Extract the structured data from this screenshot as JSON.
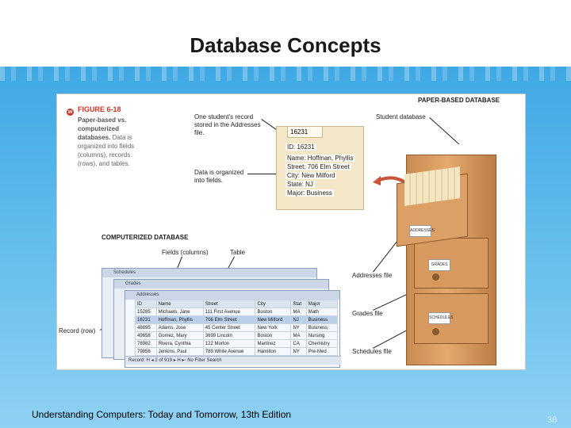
{
  "slide": {
    "title": "Database Concepts",
    "footer": "Understanding Computers: Today and Tomorrow, 13th Edition",
    "page_number": "38"
  },
  "figure": {
    "number": "FIGURE 6-18",
    "caption_bold": "Paper-based vs. computerized databases.",
    "caption_rest": "Data is organized into fields (columns), records (rows), and tables.",
    "paper_heading": "PAPER-BASED DATABASE",
    "computer_heading": "COMPUTERIZED DATABASE",
    "callouts": {
      "student_record": "One student's record stored in the Addresses file.",
      "organized_fields": "Data is organized into fields.",
      "student_database": "Student database",
      "fields_columns": "Fields (columns)",
      "table": "Table",
      "record_row": "Record (row)",
      "addresses_file": "Addresses file",
      "grades_file": "Grades file",
      "schedules_file": "Schedules file"
    },
    "card": {
      "tab": "16231",
      "id": "ID: 16231",
      "name": "Name: Hoffman, Phyllis",
      "street": "Street: 706 Elm Street",
      "city": "City: New Milford",
      "state": "State: NJ",
      "major": "Major: Business"
    },
    "drawer_labels": [
      "ADDRESSES",
      "GRADES",
      "SCHEDULES"
    ],
    "windows": [
      "Schedules",
      "Grades",
      "Addresses"
    ],
    "table": {
      "headers": [
        "ID",
        "Name",
        "Street",
        "City",
        "Stat",
        "Major"
      ],
      "rows": [
        [
          "15285",
          "Michaels, Jane",
          "111 First Avenue",
          "Boston",
          "MA",
          "Math"
        ],
        [
          "16231",
          "Hoffman, Phyllis",
          "706 Elm Street",
          "New Milford",
          "NJ",
          "Business"
        ],
        [
          "48895",
          "Adams, Jose",
          "45 Center Street",
          "New York",
          "NY",
          "Business"
        ],
        [
          "49658",
          "Gomez, Mary",
          "3699 Lincoln",
          "Boston",
          "MA",
          "Nursing"
        ],
        [
          "78982",
          "Rivera, Cynthia",
          "122 Morton",
          "Martinez",
          "CA",
          "Chemistry"
        ],
        [
          "79856",
          "Jenkins, Paul",
          "789 White Avenue",
          "Hamilton",
          "NY",
          "Pre-Med"
        ]
      ],
      "record_nav": "Record: H  ◂  2 of 919  ▸  H  ▸▫  No Filter  Search"
    }
  }
}
